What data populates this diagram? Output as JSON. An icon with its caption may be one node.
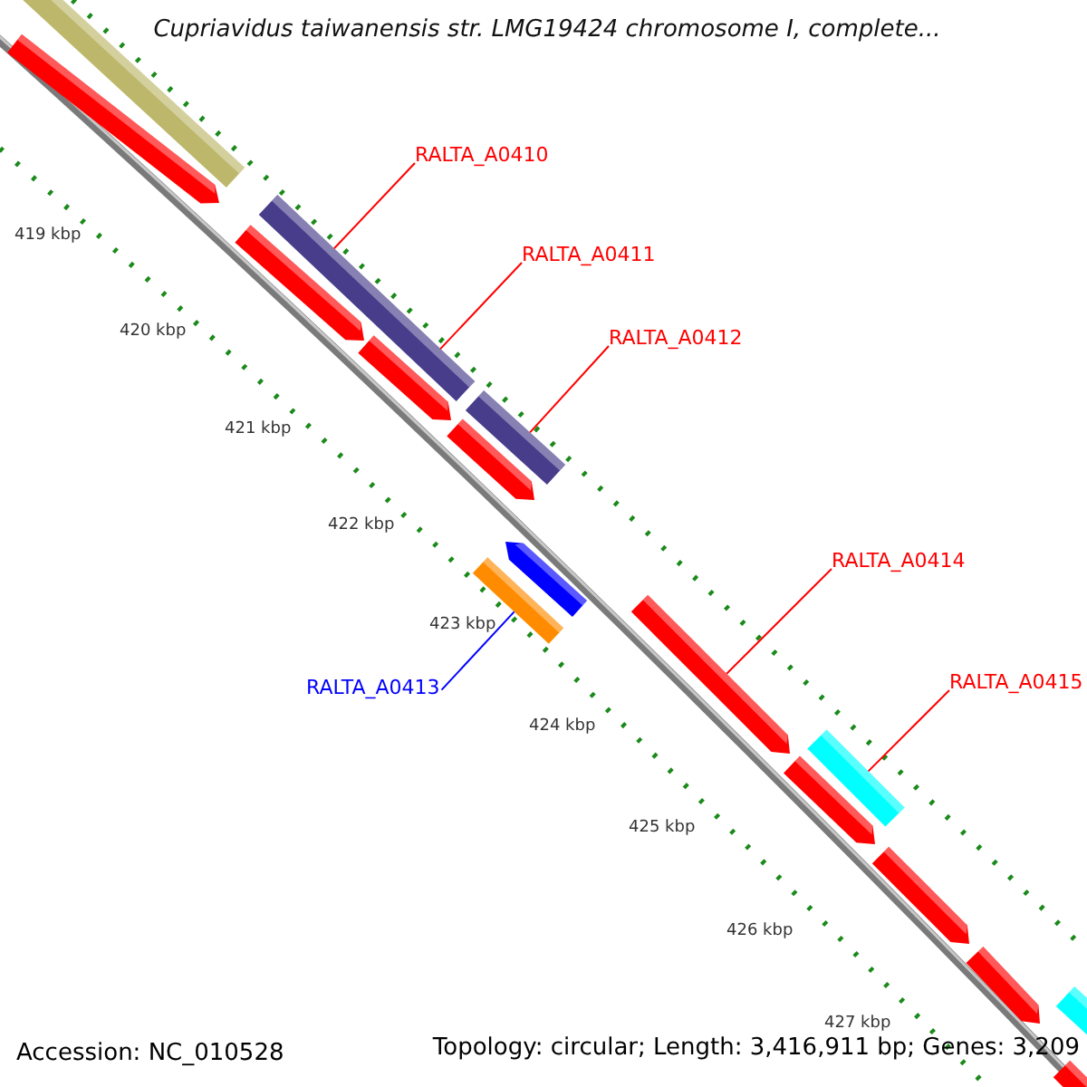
{
  "diagram": {
    "title": "Cupriavidus taiwanensis str. LMG19424 chromosome I, complete...",
    "nodes": [
      {
        "text": [],
        "shape": "bar"
      },
      {
        "text": [],
        "shape": "bar"
      },
      {
        "text": [
          "RALTA_A0410"
        ]
      },
      {
        "text": [],
        "shape": "bar"
      },
      {
        "text": [],
        "shape": "bar"
      },
      {
        "text": [
          "RALTA_A0411"
        ]
      },
      {
        "text": [],
        "shape": "bar"
      },
      {
        "text": [
          "RALTA_A0412"
        ]
      },
      {
        "text": [],
        "shape": "bar"
      },
      {
        "text": [],
        "shape": "bar"
      },
      {
        "text": [],
        "shape": "bar"
      },
      {
        "text": [],
        "shape": "bar"
      },
      {
        "text": [
          "RALTA_A0414"
        ]
      },
      {
        "text": [
          "RALTA_A0413"
        ]
      },
      {
        "text": [],
        "shape": "bar"
      },
      {
        "text": [
          "RALTA_A0415"
        ]
      },
      {
        "text": [],
        "shape": "bar"
      },
      {
        "text": [],
        "shape": "bar"
      },
      {
        "text": [],
        "shape": "bar"
      },
      {
        "text": [],
        "shape": "bar"
      },
      {
        "text": [],
        "shape": "bar"
      },
      {
        "text": [],
        "shape": "bar"
      }
    ],
    "edges": [
      {
        "from": 2,
        "to": 3,
        "arrow": "none"
      },
      {
        "from": 5,
        "to": 3,
        "arrow": "none"
      },
      {
        "from": 7,
        "to": 6,
        "arrow": "none"
      },
      {
        "from": 13,
        "to": 11,
        "arrow": "none",
        "color": "#0000ff"
      },
      {
        "from": 12,
        "to": 14,
        "arrow": "none"
      },
      {
        "from": 15,
        "to": 16,
        "arrow": "none"
      }
    ],
    "labels": [
      "419 kbp",
      "420 kbp",
      "421 kbp",
      "422 kbp",
      "423 kbp",
      "424 kbp",
      "425 kbp",
      "426 kbp",
      "427 kbp",
      "Accession: NC_010528",
      "Topology: circular; Length: 3,416,911 bp; Genes: 3,209"
    ]
  }
}
